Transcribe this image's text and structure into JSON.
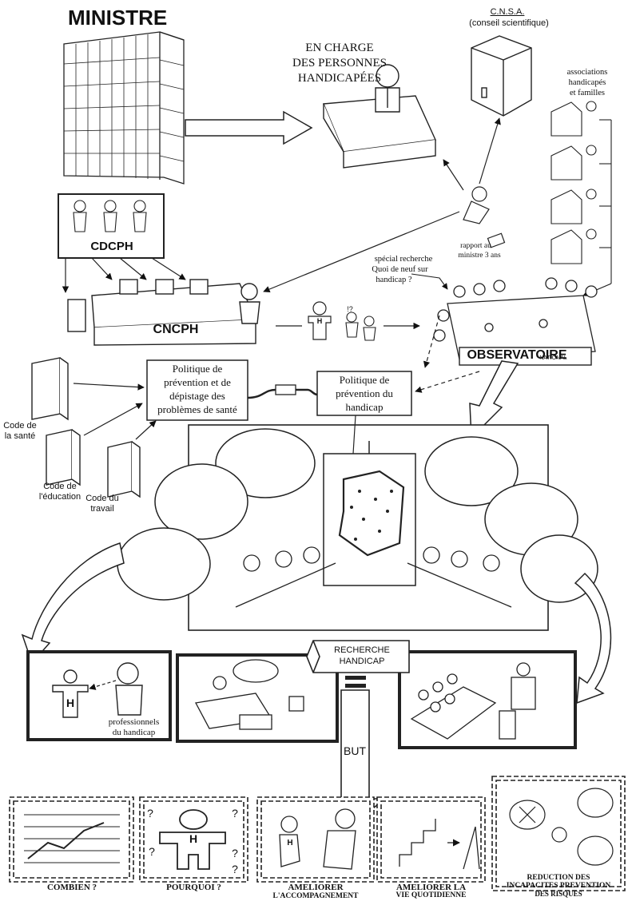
{
  "ministre": "MINISTRE",
  "cnsa": {
    "title": "C.N.S.A.",
    "subtitle": "(conseil scientifique)"
  },
  "en_charge": [
    "EN CHARGE",
    "DES PERSONNES",
    "HANDICAPÉES"
  ],
  "associations": [
    "associations",
    "handicapés",
    "et familles"
  ],
  "cdcph": "CDCPH",
  "cncph": "CNCPH",
  "rapport": [
    "rapport au",
    "ministre 3 ans"
  ],
  "recherche_note": [
    "spécial recherche",
    "Quoi de neuf sur",
    "handicap ?"
  ],
  "exclaim": "!?",
  "h_letter": "H",
  "observatoire": "OBSERVATOIRE",
  "national": "NATIONAL",
  "politique_sante": [
    "Politique de",
    "prévention et de",
    "dépistage des",
    "problèmes de santé"
  ],
  "politique_handicap": [
    "Politique de",
    "prévention du",
    "handicap"
  ],
  "codes": {
    "sante": [
      "Code de",
      "la santé"
    ],
    "education": [
      "Code de",
      "l'éducation"
    ],
    "travail": [
      "Code du",
      "travail"
    ]
  },
  "recherche_handicap": [
    "RECHERCHE",
    "HANDICAP"
  ],
  "professionnels": [
    "professionnels",
    "du handicap"
  ],
  "but": "BUT",
  "goals": {
    "combien": "COMBIEN ?",
    "pourquoi": "POURQUOI ?",
    "accompagnement": [
      "AMELIORER",
      "L'ACCOMPAGNEMENT"
    ],
    "vie": [
      "AMELIORER LA",
      "VIE QUOTIDIENNE"
    ],
    "reduction": [
      "REDUCTION DES",
      "INCAPACITES PREVENTION",
      "DES RISQUES"
    ]
  },
  "question_mark": "?"
}
